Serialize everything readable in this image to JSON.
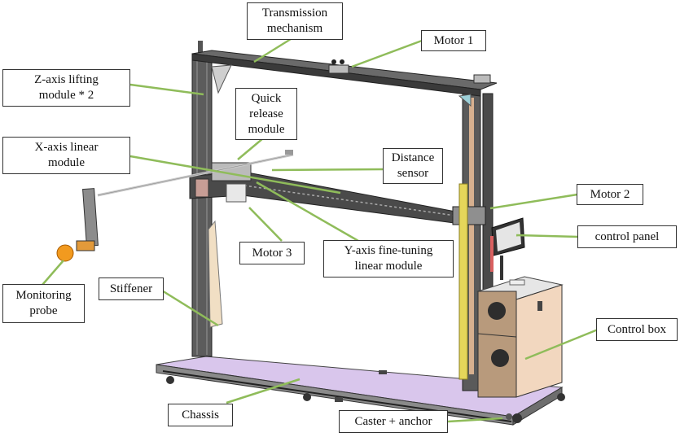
{
  "labels": {
    "transmission": "Transmission\nmechanism",
    "motor1": "Motor 1",
    "z_axis": "Z-axis lifting\nmodule * 2",
    "quick_release": "Quick\nrelease\nmodule",
    "x_axis": "X-axis linear\nmodule",
    "distance_sensor": "Distance\nsensor",
    "motor2": "Motor 2",
    "control_panel": "control panel",
    "motor3": "Motor 3",
    "y_axis": "Y-axis fine-tuning\nlinear module",
    "monitoring_probe": "Monitoring\nprobe",
    "stiffener": "Stiffener",
    "control_box": "Control box",
    "chassis": "Chassis",
    "caster": "Caster + anchor"
  },
  "colors": {
    "leader": "#8fbc5a",
    "frame": "#3c3c3c",
    "chassis": "#d9c6ec",
    "box": "#f2d7bf",
    "probe": "#f29a1f",
    "yellow_rail": "#e5d65a"
  }
}
